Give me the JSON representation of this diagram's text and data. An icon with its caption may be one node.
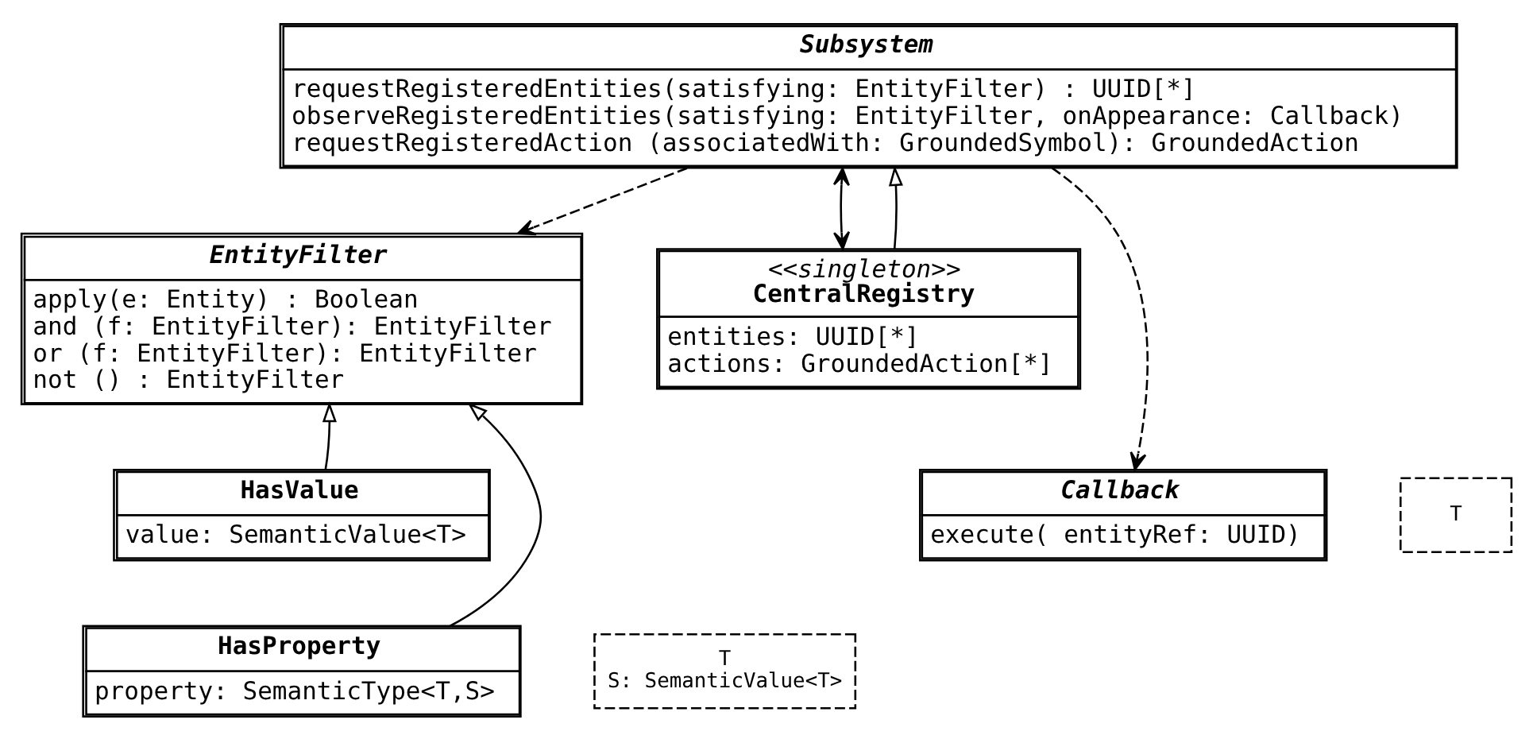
{
  "diagram": {
    "nodes": [
      {
        "text": [
          "Subsystem",
          "requestRegisteredEntities(satisfying: EntityFilter) : UUID[*]",
          "observeRegisteredEntities(satisfying: EntityFilter, onAppearance: Callback)",
          "requestRegisteredAction (associatedWith: GroundedSymbol): GroundedAction"
        ]
      },
      {
        "text": [
          "EntityFilter",
          "apply(e: Entity) : Boolean",
          "and (f: EntityFilter): EntityFilter",
          "or (f: EntityFilter): EntityFilter",
          "not () : EntityFilter"
        ]
      },
      {
        "text": [
          "<<singleton>>",
          "CentralRegistry",
          "entities: UUID[*]",
          "actions: GroundedAction[*]"
        ]
      },
      {
        "text": [
          "HasValue",
          "value: SemanticValue<T>"
        ]
      },
      {
        "text": [
          "T"
        ]
      },
      {
        "text": [
          "HasProperty",
          "property: SemanticType<T,S>"
        ]
      },
      {
        "text": [
          "T",
          "S: SemanticValue<T>"
        ]
      },
      {
        "text": [
          "Callback",
          "execute( entityRef: UUID)"
        ]
      }
    ],
    "edges": [
      {
        "from": 0,
        "to": 1,
        "arrow": "to",
        "style": "dashed"
      },
      {
        "from": 2,
        "to": 0,
        "arrow": "to"
      },
      {
        "from": 0,
        "to": 2,
        "arrow": "both"
      },
      {
        "from": 3,
        "to": 1,
        "arrow": "to"
      },
      {
        "from": 5,
        "to": 1,
        "arrow": "to"
      },
      {
        "from": 0,
        "to": 7,
        "arrow": "to",
        "style": "dashed"
      }
    ]
  }
}
